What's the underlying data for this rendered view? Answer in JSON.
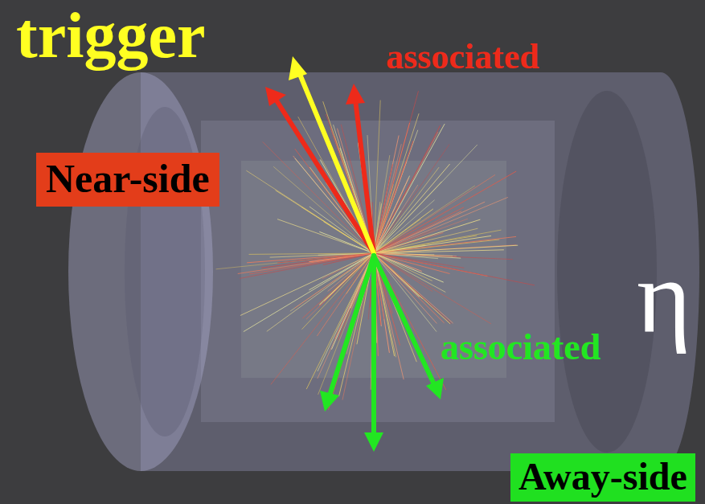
{
  "diagram": {
    "nodes": [
      {
        "text": [
          "Near-side"
        ]
      },
      {
        "text": [
          "Away-side"
        ]
      }
    ],
    "labels": [
      "trigger",
      "associated",
      "associated",
      "η"
    ]
  }
}
